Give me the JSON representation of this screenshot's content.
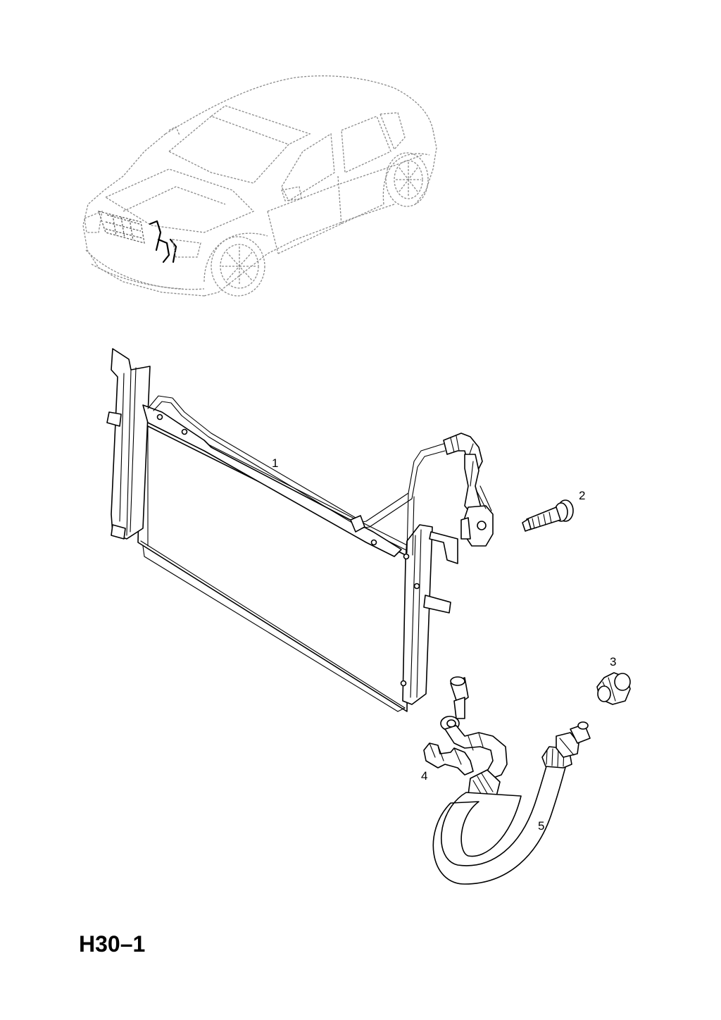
{
  "page_code": "H30–1",
  "callouts": [
    "1",
    "2",
    "3",
    "4",
    "5"
  ],
  "parts": [
    {
      "callout": "1",
      "icon": "radiator-cooler-with-lines-icon"
    },
    {
      "callout": "2",
      "icon": "bolt-icon"
    },
    {
      "callout": "3",
      "icon": "cap-nut-icon"
    },
    {
      "callout": "4",
      "icon": "clip-icon"
    },
    {
      "callout": "5",
      "icon": "hose-icon"
    }
  ],
  "overview_icon": "car-overview-icon"
}
